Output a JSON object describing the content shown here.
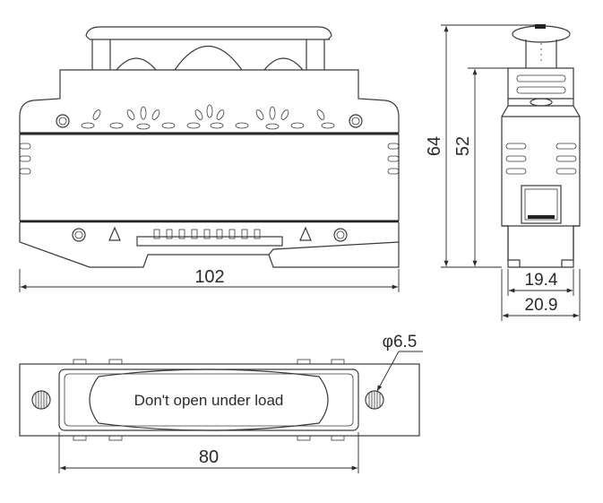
{
  "dimensions": {
    "front_width": "102",
    "total_height": "64",
    "inner_height": "52",
    "side_depth_inner": "19.4",
    "side_depth_outer": "20.9",
    "top_width": "80",
    "knob_diameter": "φ6.5"
  },
  "labels": {
    "warning": "Don't open under load"
  },
  "colors": {
    "line": "#3a3a3a",
    "text": "#2a2a2a",
    "background": "#ffffff"
  }
}
